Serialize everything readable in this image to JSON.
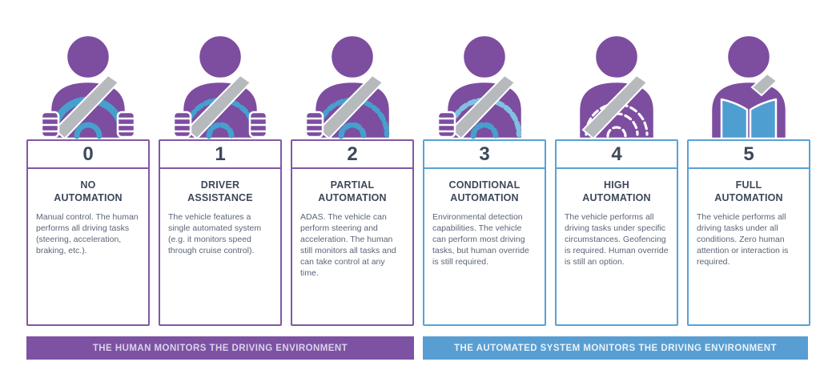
{
  "colors": {
    "person_purple": "#7d4da0",
    "wheel_blue": "#45a0cd",
    "wheel_blue_light": "#7fc2e0",
    "belt_gray": "#b7babd",
    "book_blue": "#4f9ed2",
    "human_accent": "#8257a6",
    "automated_accent": "#57a2d8",
    "human_banner_bg": "#7d52a3",
    "automated_banner_bg": "#589ed2",
    "heading_text": "#3d4859",
    "body_text": "#5b6577"
  },
  "levels": [
    {
      "number": "0",
      "title": "NO\nAUTOMATION",
      "description": "Manual control. The human performs all driving tasks (steering, acceleration, braking, etc.).",
      "group": "human",
      "icon": "driver-both-hands-solid-wheel"
    },
    {
      "number": "1",
      "title": "DRIVER\nASSISTANCE",
      "description": "The vehicle features a single automated system (e.g. it monitors speed through cruise control).",
      "group": "human",
      "icon": "driver-both-hands-dashed-wheel"
    },
    {
      "number": "2",
      "title": "PARTIAL\nAUTOMATION",
      "description": "ADAS. The vehicle can perform steering and acceleration. The human still monitors all tasks and can take control at any time.",
      "group": "human",
      "icon": "driver-one-hand-dashed-wheel"
    },
    {
      "number": "3",
      "title": "CONDITIONAL\nAUTOMATION",
      "description": "Environmental detection capabilities. The vehicle can perform most driving tasks, but human override is still required.",
      "group": "automated",
      "icon": "driver-one-hand-faded-dashed-wheel"
    },
    {
      "number": "4",
      "title": "HIGH\nAUTOMATION",
      "description": "The vehicle performs all driving tasks under specific circumstances. Geofencing is required. Human override is still an option.",
      "group": "automated",
      "icon": "passenger-ghost-wheel"
    },
    {
      "number": "5",
      "title": "FULL\nAUTOMATION",
      "description": "The vehicle performs all driving tasks under all conditions. Zero human attention or interaction is required.",
      "group": "automated",
      "icon": "passenger-reading-book"
    }
  ],
  "banners": [
    {
      "label": "THE HUMAN MONITORS THE DRIVING ENVIRONMENT",
      "group": "human"
    },
    {
      "label": "THE AUTOMATED SYSTEM MONITORS THE DRIVING ENVIRONMENT",
      "group": "automated"
    }
  ]
}
